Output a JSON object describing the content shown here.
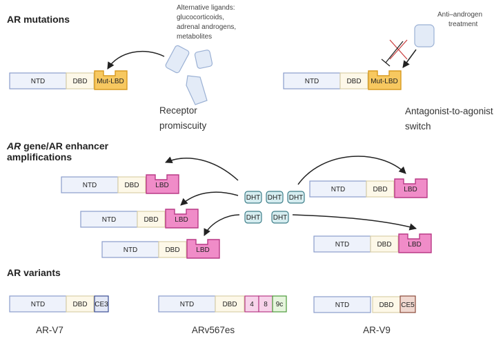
{
  "headings": {
    "mutations": "AR mutations",
    "amplifications_italic": "AR",
    "amplifications_line1_rest": " gene/AR enhancer",
    "amplifications_line2": "amplifications",
    "variants": "AR variants"
  },
  "mutations": {
    "left": {
      "ligands_note": [
        "Alternative ligands:",
        "glucocorticoids,",
        "adrenal androgens,",
        "metabolites"
      ],
      "caption": [
        "Receptor",
        "promiscuity"
      ],
      "ntd": "NTD",
      "dbd": "DBD",
      "lbd": "Mut-LBD"
    },
    "right": {
      "treatment_note": [
        "Anti–androgen",
        "treatment"
      ],
      "caption": [
        "Antagonist-to-agonist",
        "switch"
      ],
      "ntd": "NTD",
      "dbd": "DBD",
      "lbd": "Mut-LBD"
    }
  },
  "amplifications": {
    "receptor": {
      "ntd": "NTD",
      "dbd": "DBD",
      "lbd": "LBD"
    },
    "ligand": "DHT"
  },
  "variants": {
    "v7": {
      "ntd": "NTD",
      "dbd": "DBD",
      "exon": "CE3",
      "name": "AR-V7"
    },
    "v567": {
      "ntd": "NTD",
      "dbd": "DBD",
      "exons": [
        "4",
        "8",
        "9c"
      ],
      "name": "ARv567es"
    },
    "v9": {
      "ntd": "NTD",
      "dbd": "DBD",
      "exon": "CE5",
      "name": "AR-V9"
    }
  },
  "colors": {
    "ntd_fill": "#eef2fb",
    "ntd_stroke": "#8a9ccc",
    "dbd_fill": "#fdf8e8",
    "dbd_stroke": "#d9cfa8",
    "mut_fill": "#f7c860",
    "mut_stroke": "#d89a20",
    "lbd_fill": "#f08cc8",
    "lbd_stroke": "#b83a86",
    "dht_fill": "#d6edf0",
    "dht_stroke": "#3c7d88",
    "ligand_fill": "#e3ebf7",
    "ligand_stroke": "#9ab0d4"
  }
}
